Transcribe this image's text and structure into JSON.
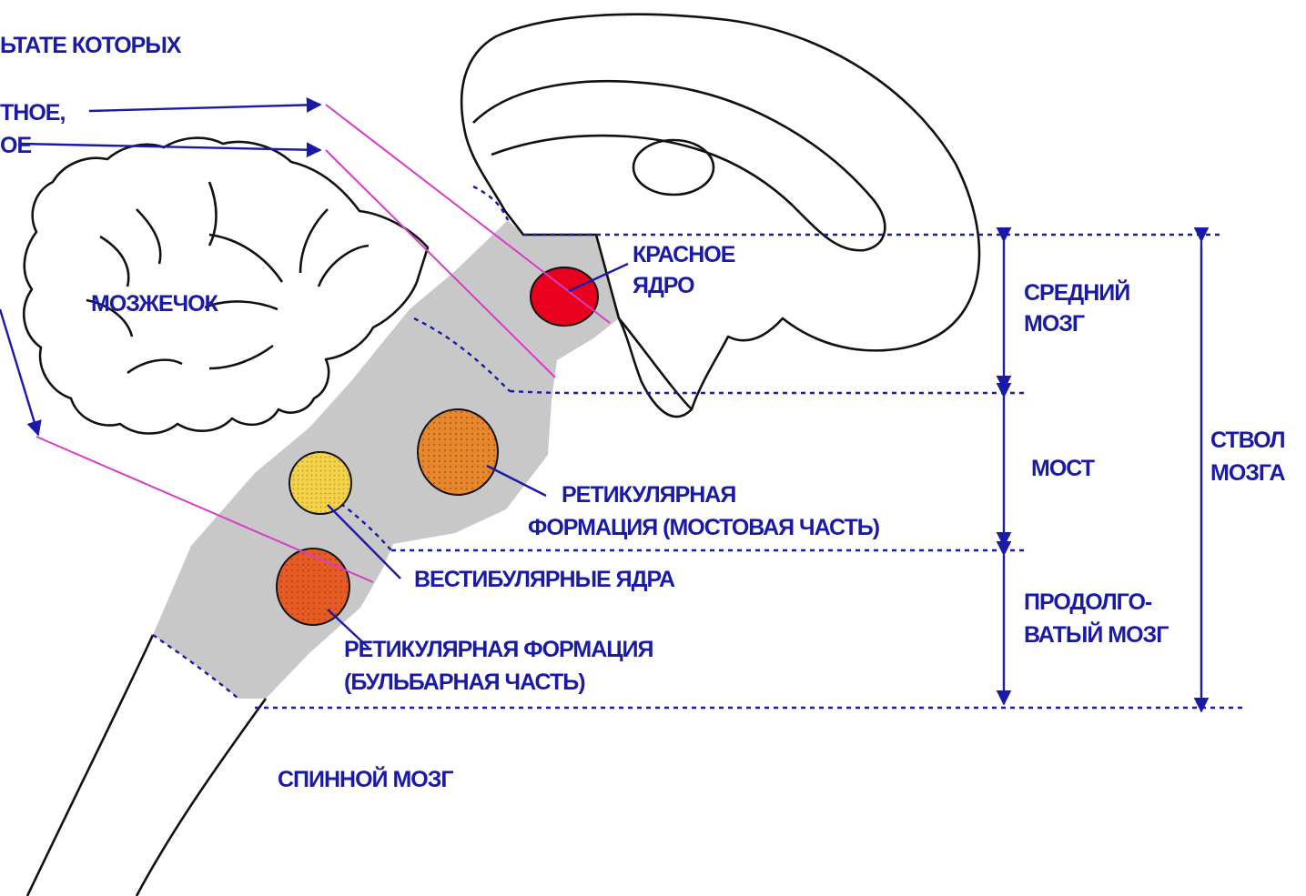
{
  "labels": {
    "top_left_line1": "ЬТАТЕ КОТОРЫХ",
    "top_left_line2": "ТНОЕ,",
    "top_left_line3": "ОЕ",
    "cerebellum": "МОЗЖЕЧОК",
    "red_nucleus_line1": "КРАСНОЕ",
    "red_nucleus_line2": "ЯДРО",
    "reticular_pontine_line1": "РЕТИКУЛЯРНАЯ",
    "reticular_pontine_line2": "ФОРМАЦИЯ (МОСТОВАЯ ЧАСТЬ)",
    "vestibular_nuclei": "ВЕСТИБУЛЯРНЫЕ ЯДРА",
    "reticular_bulbar_line1": "РЕТИКУЛЯРНАЯ ФОРМАЦИЯ",
    "reticular_bulbar_line2": "(БУЛЬБАРНАЯ ЧАСТЬ)",
    "spinal_cord": "СПИННОЙ МОЗГ",
    "midbrain_line1": "СРЕДНИЙ",
    "midbrain_line2": "МОЗГ",
    "pons": "МОСТ",
    "medulla_line1": "ПРОДОЛГО-",
    "medulla_line2": "ВАТЫЙ МОЗГ",
    "brainstem_line1": "СТВОЛ",
    "brainstem_line2": "МОЗГА"
  },
  "colors": {
    "label_text": "#1a1aa8",
    "brainstem_fill": "#c8c8c8",
    "red_nucleus": "#e8001e",
    "reticular_pontine": "#e8882c",
    "vestibular_nuclei": "#f4d24a",
    "reticular_bulbar": "#e85a24",
    "connector_lines": "#d83cc8",
    "outline": "#111111"
  }
}
